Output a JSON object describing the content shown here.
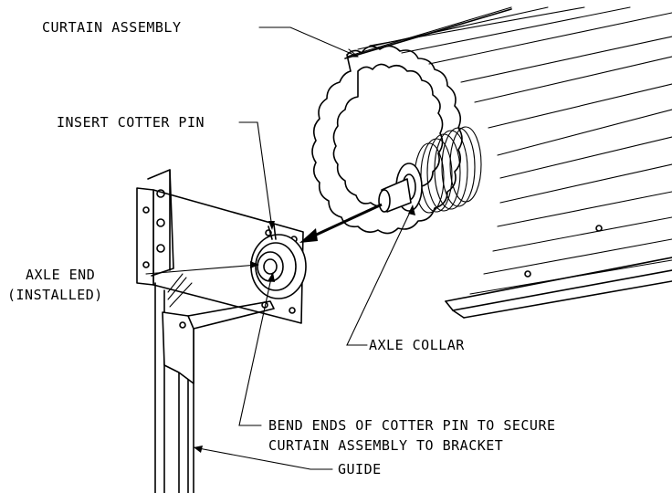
{
  "labels": {
    "curtain_assembly": "CURTAIN ASSEMBLY",
    "insert_cotter_pin": "INSERT COTTER PIN",
    "axle_end_line1": "AXLE END",
    "axle_end_line2": "(INSTALLED)",
    "axle_collar": "AXLE COLLAR",
    "bend_ends_line1": "BEND ENDS OF COTTER PIN TO SECURE",
    "bend_ends_line2": "CURTAIN ASSEMBLY TO BRACKET",
    "guide": "GUIDE"
  }
}
